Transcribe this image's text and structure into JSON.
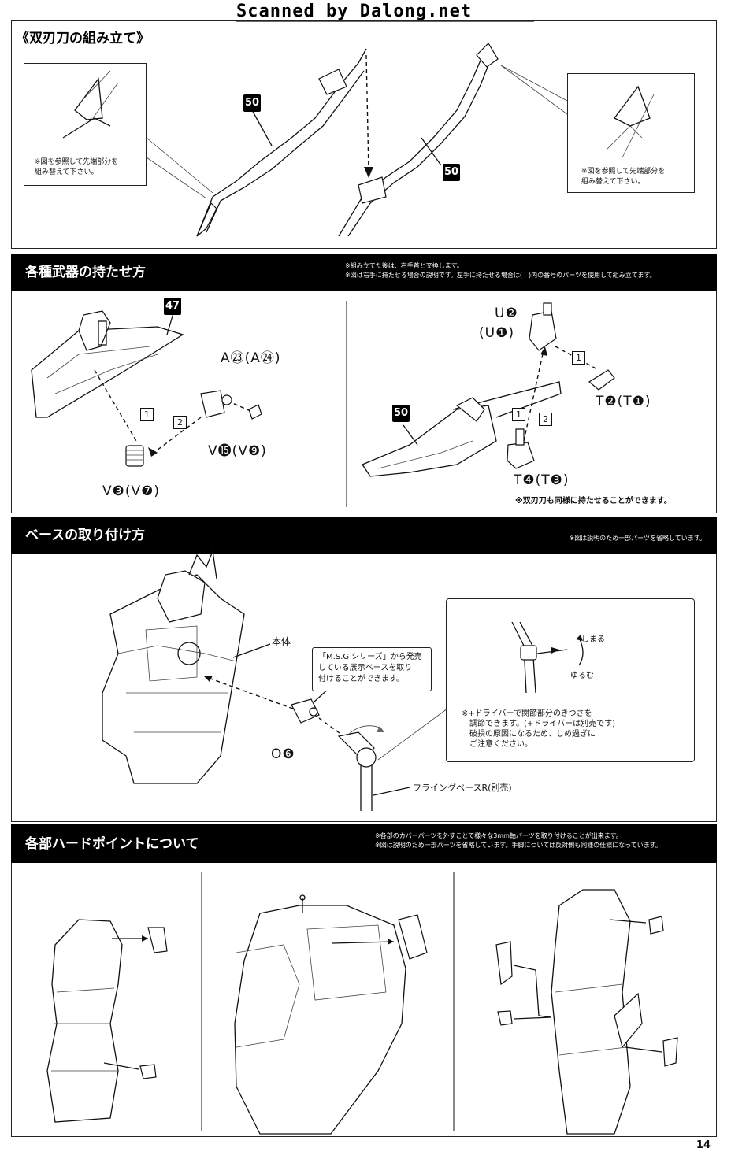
{
  "watermark": "Scanned by Dalong.net",
  "section1": {
    "title": "《双刃刀の組み立て》",
    "part_left": "50",
    "part_right": "50",
    "callout_left": "※図を参照して先端部分を\n組み替えて下さい。",
    "callout_right": "※図を参照して先端部分を\n組み替えて下さい。"
  },
  "section2": {
    "title": "各種武器の持たせ方",
    "note": "※組み立てた後は、右手首と交換します。\n※図は右手に持たせる場合の説明です。左手に持たせる場合は(　)内の番号のパーツを使用して組み立てます。",
    "left": {
      "part": "47",
      "label_a": "A㉓(A㉔)",
      "label_v15": "V⓯(V❾)",
      "label_v3": "V❸(V❼)",
      "step1": "1",
      "step2": "2"
    },
    "right": {
      "part": "50",
      "label_u2": "U❷",
      "label_u1": "(U❶)",
      "label_t2": "T❷(T❶)",
      "label_t4": "T❹(T❸)",
      "step1a": "1",
      "step1b": "1",
      "step2": "2",
      "note": "※双刃刀も同様に持たせることができます。"
    }
  },
  "section3": {
    "title": "ベースの取り付け方",
    "note": "※図は説明のため一部パーツを省略しています。",
    "body_label": "本体",
    "msg_callout": "「M.S.G シリーズ」から発売\nしている展示ベースを取り\n付けることができます。",
    "part_o6": "O❻",
    "tighten": "しまる",
    "loosen": "ゆるむ",
    "driver_note": "※+ドライバーで関節部分のきつさを\n　調節できます。(+ドライバーは別売です)\n　破損の原因になるため、しめ過ぎに\n　ご注意ください。",
    "base_label": "フライングベースR(別売)"
  },
  "section4": {
    "title": "各部ハードポイントについて",
    "note": "※各部のカバーパーツを外すことで様々な3mm軸パーツを取り付けることが出来ます。\n※図は説明のため一部パーツを省略しています。手脚については反対側も同様の仕様になっています。"
  },
  "page_number": "14"
}
